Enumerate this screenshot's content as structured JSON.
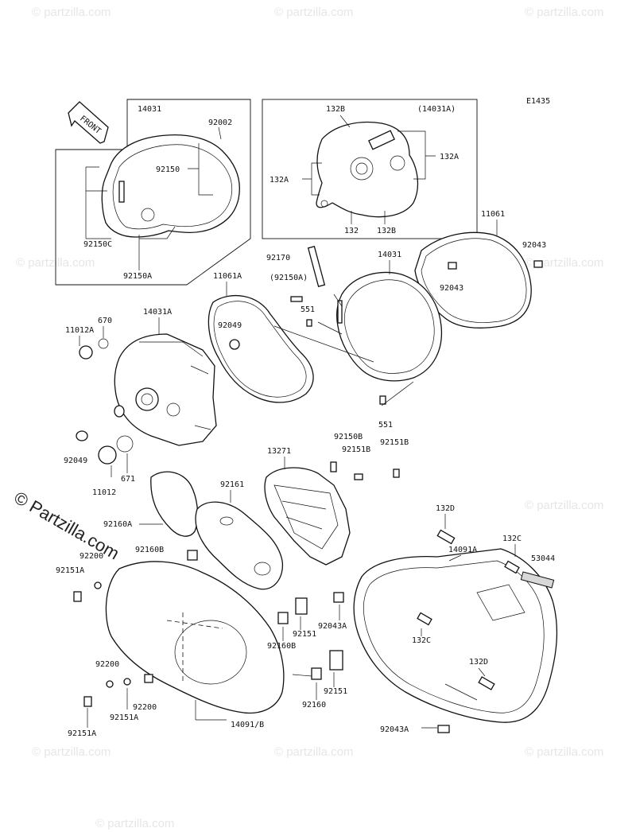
{
  "diagram": {
    "code": "E1435",
    "front_label": "FRONT",
    "watermark": "© Partzilla.com",
    "watermark_small": "© partzilla.com",
    "callouts": {
      "c14031": "14031",
      "c92002": "92002",
      "c92150": "92150",
      "c92150c": "92150C",
      "c92150a": "92150A",
      "c132b_top": "132B",
      "c14031a_box": "(14031A)",
      "c132a_right": "132A",
      "c132a_left": "132A",
      "c132": "132",
      "c132b_bottom": "132B",
      "c11061_right": "11061",
      "c92043_right": "92043",
      "c92170": "92170",
      "c92150a_paren": "(92150A)",
      "c92043_mid": "92043",
      "c11061a": "11061A",
      "c551_top": "551",
      "c14031a": "14031A",
      "c670": "670",
      "c11012a": "11012A",
      "c92049_top": "92049",
      "c551_bottom": "551",
      "c92150b": "92150B",
      "c92151b_a": "92151B",
      "c92151b_b": "92151B",
      "c13271": "13271",
      "c92049_left": "92049",
      "c671": "671",
      "c11012": "11012",
      "c92161": "92161",
      "c92160a": "92160A",
      "c132d_top": "132D",
      "c132c_top": "132C",
      "c14091a": "14091A",
      "c53044": "53044",
      "c92160b_top": "92160B",
      "c92200_top": "92200",
      "c92151a_left": "92151A",
      "c92043a_mid": "92043A",
      "c92151_mid": "92151",
      "c92160b_mid": "92160B",
      "c132c_mid": "132C",
      "c132d_bottom": "132D",
      "c92200_mid": "92200",
      "c92200_low": "92200",
      "c92151a_mid": "92151A",
      "c92151a_bottom": "92151A",
      "c92160": "92160",
      "c92151_low": "92151",
      "c14091b": "14091/B",
      "c92043a_bottom": "92043A"
    }
  }
}
